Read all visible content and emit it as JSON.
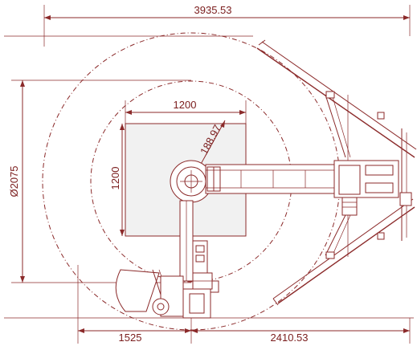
{
  "dimensions": {
    "overall_width": "3935.53",
    "left_width": "1525",
    "right_width": "2410.53",
    "diameter": "Ø2075",
    "square_width": "1200",
    "square_height": "1200",
    "radius": "188.97"
  },
  "colors": {
    "line": "#8b2a2a",
    "text": "#7a1c1c",
    "background": "#ffffff",
    "fill": "#f1f1f1"
  }
}
